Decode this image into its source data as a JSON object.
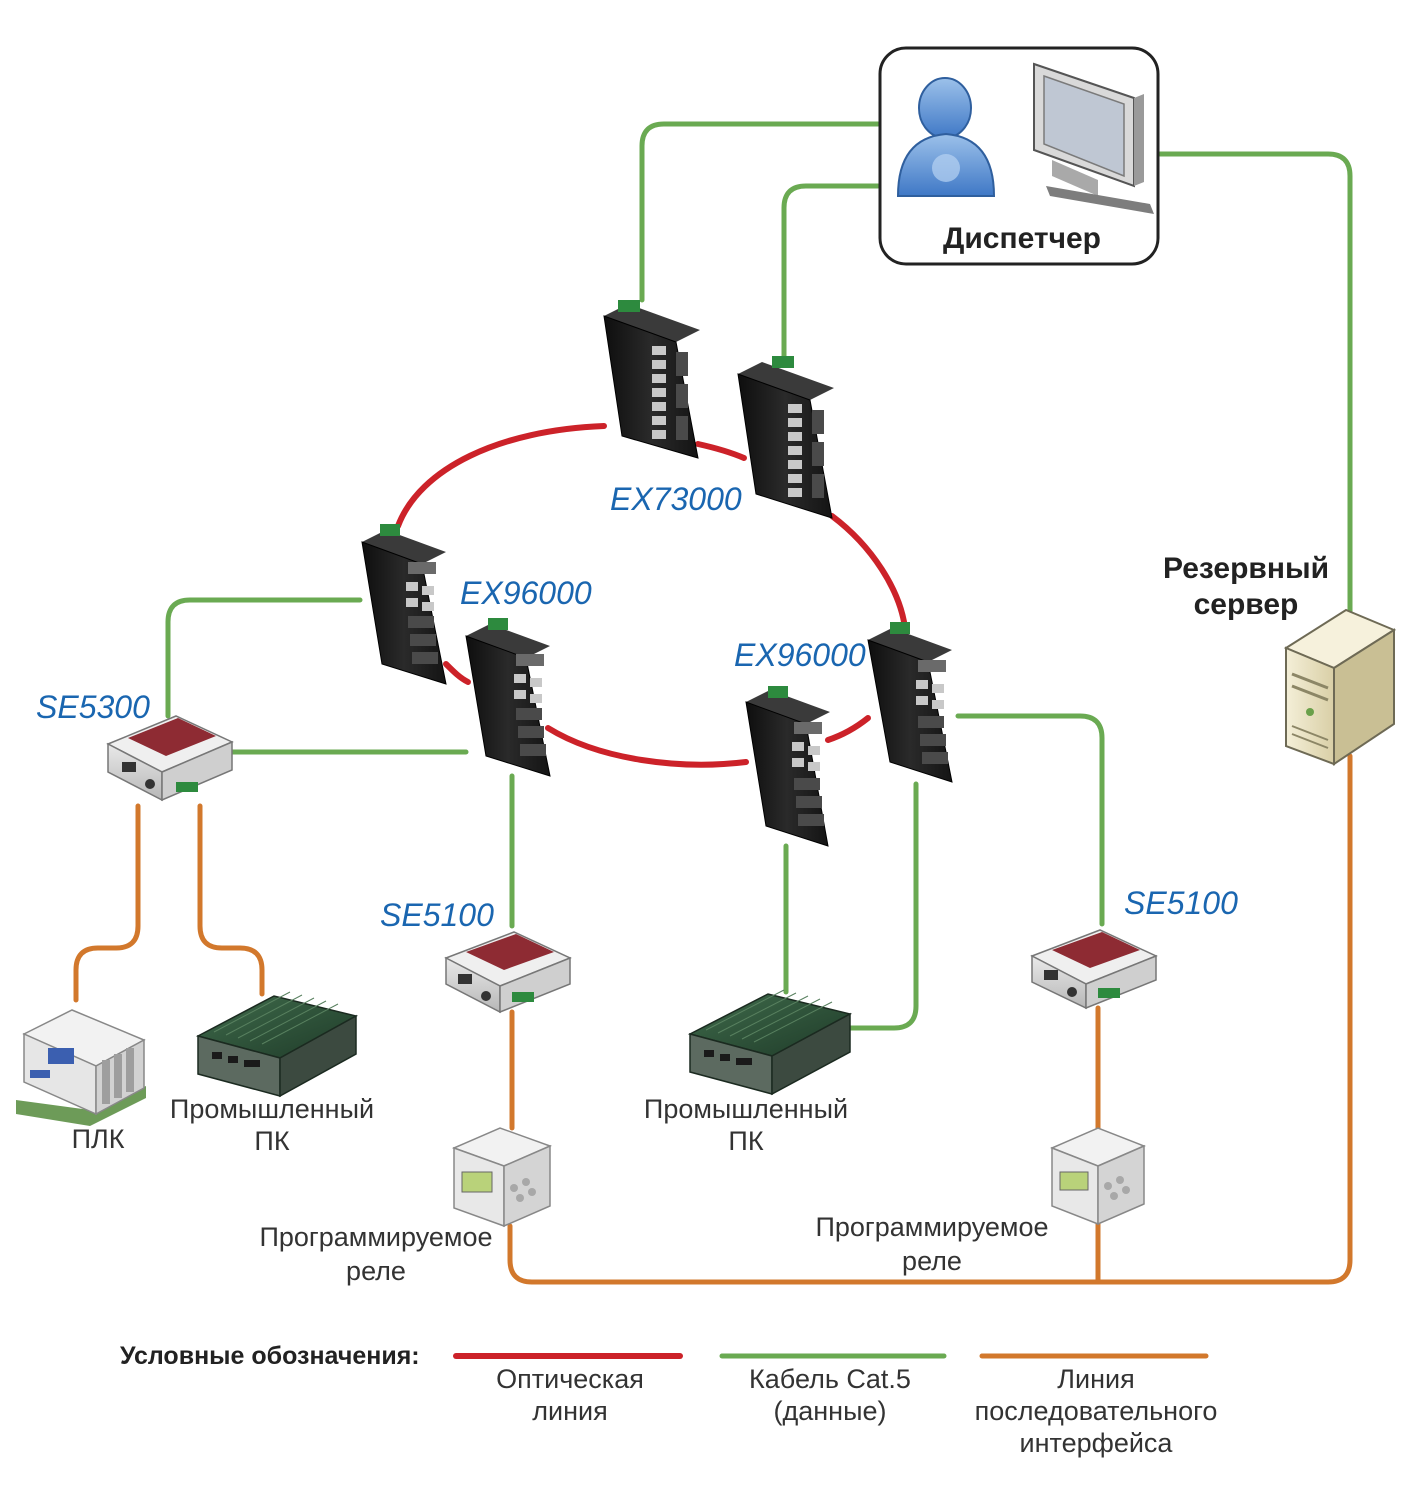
{
  "colors": {
    "fiber": "#cc2229",
    "cat5": "#6aaa52",
    "serial": "#d2782c",
    "model_label": "#1a66b0"
  },
  "dispatcher": {
    "label": "Диспетчер",
    "icons": [
      "user-icon",
      "monitor-icon"
    ]
  },
  "backup_server": {
    "label_line1": "Резервный",
    "label_line2": "сервер",
    "icon": "server-tower-icon"
  },
  "switches": {
    "ex73000": "EX73000",
    "ex96000_left": "EX96000",
    "ex96000_right": "EX96000"
  },
  "device_servers": {
    "se5300": "SE5300",
    "se5100_left": "SE5100",
    "se5100_right": "SE5100"
  },
  "devices": {
    "plc": "ПЛК",
    "ipc_left_line1": "Промышленный",
    "ipc_left_line2": "ПК",
    "ipc_mid_line1": "Промышленный",
    "ipc_mid_line2": "ПК",
    "relay_left_line1": "Программируемое",
    "relay_left_line2": "реле",
    "relay_right_line1": "Программируемое",
    "relay_right_line2": "реле"
  },
  "legend": {
    "title": "Условные обозначения:",
    "fiber_line1": "Оптическая",
    "fiber_line2": "линия",
    "cat5_line1": "Кабель Cat.5",
    "cat5_line2": "(данные)",
    "serial_line1": "Линия",
    "serial_line2": "последовательного",
    "serial_line3": "интерфейса"
  }
}
